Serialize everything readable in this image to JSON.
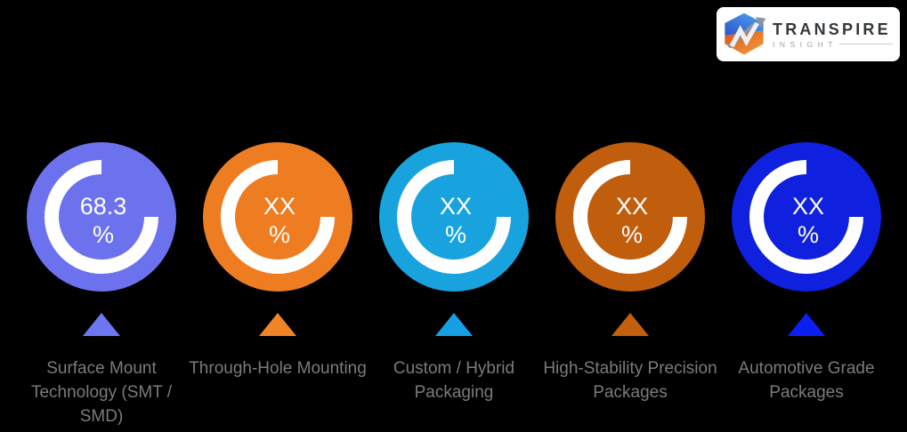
{
  "background_color": "#000000",
  "logo": {
    "brand": "TRANSPIRE",
    "tagline": "INSIGHT",
    "icon": "hexagon-growth-arrow",
    "card_color": "#ffffff",
    "brand_color": "#33383c",
    "tagline_color": "#9aa1a6",
    "icon_blue": "#2f62d6",
    "icon_orange": "#e0601e"
  },
  "chart_data": {
    "type": "pie",
    "variant": "donut-gauge-row",
    "title": "",
    "unit": "%",
    "arc_sweep_deg": 270,
    "arc_gap_position": "top-right",
    "ring_color": "#ffffff",
    "value_text_color": "#ffffff",
    "label_color": "#7b7b7b",
    "categories": [
      "Surface Mount Technology (SMT / SMD)",
      "Through-Hole Mounting",
      "Custom / Hybrid Packaging",
      "High-Stability Precision Packages",
      "Automotive Grade Packages"
    ],
    "values": [
      "68.3",
      "XX",
      "XX",
      "XX",
      "XX"
    ],
    "gauges": [
      {
        "label": "Surface Mount Technology (SMT / SMD)",
        "value": "68.3",
        "color": "#6c72ee",
        "pointer_color": "#6f76f2"
      },
      {
        "label": "Through-Hole Mounting",
        "value": "XX",
        "color": "#ee7d22",
        "pointer_color": "#f08427"
      },
      {
        "label": "Custom / Hybrid Packaging",
        "value": "XX",
        "color": "#18a3de",
        "pointer_color": "#169fe3"
      },
      {
        "label": "High-Stability Precision Packages",
        "value": "XX",
        "color": "#c05e0e",
        "pointer_color": "#c2600f"
      },
      {
        "label": "Automotive Grade Packages",
        "value": "XX",
        "color": "#0f20de",
        "pointer_color": "#0a1ff0"
      }
    ]
  }
}
